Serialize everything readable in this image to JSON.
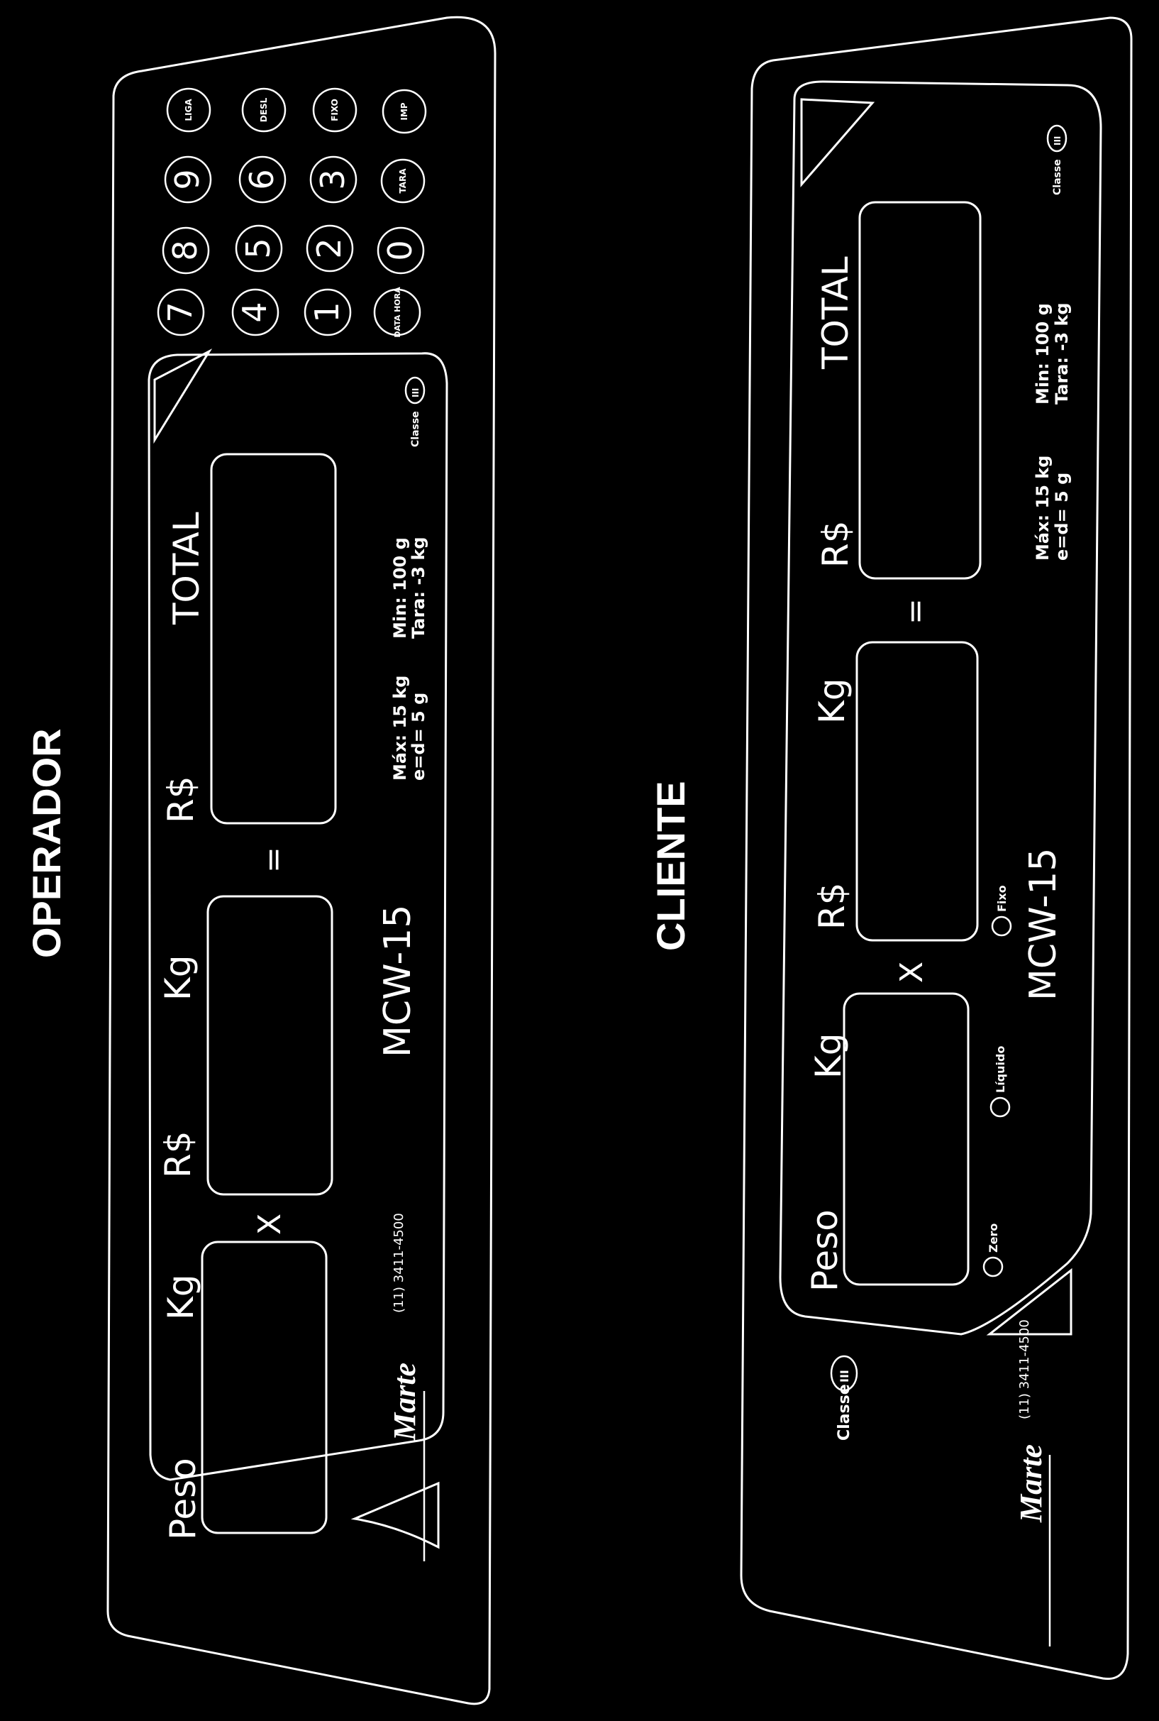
{
  "panels": {
    "operador": {
      "title": "OPERADOR",
      "labels": {
        "peso": "Peso",
        "kg1": "Kg",
        "rs1": "R$",
        "kg2": "Kg",
        "rs2": "R$",
        "total": "TOTAL",
        "times": "X",
        "equals": "="
      },
      "model": "MCW-15",
      "brand": "Marte",
      "phone": "(11) 3411-4500",
      "specs": {
        "max": "Máx: 15 kg",
        "ed": "e=d= 5 g",
        "min": "Min: 100 g",
        "tara": "Tara: -3 kg"
      },
      "classe": "Classe",
      "classe_num": "III",
      "keypad": [
        [
          "7",
          "8",
          "9",
          "LIGA"
        ],
        [
          "4",
          "5",
          "6",
          "DESL"
        ],
        [
          "1",
          "2",
          "3",
          "FIXO"
        ],
        [
          "DATA HORA",
          "0",
          "TARA",
          "IMP"
        ]
      ]
    },
    "cliente": {
      "title": "CLIENTE",
      "labels": {
        "peso": "Peso",
        "kg1": "Kg",
        "times": "X",
        "rs1": "R$",
        "kg2": "Kg",
        "equals": "=",
        "rs2": "R$",
        "total": "TOTAL"
      },
      "model": "MCW-15",
      "brand": "Marte",
      "phone": "(11) 3411-4500",
      "indicators": {
        "zero": "Zero",
        "liquido": "Líquido",
        "fixo": "Fixo"
      },
      "specs": {
        "max": "Máx: 15 kg",
        "ed": "e=d= 5 g",
        "min": "Min: 100 g",
        "tara": "Tara: -3 kg"
      },
      "classe": "Classe",
      "classe_num": "III"
    }
  }
}
